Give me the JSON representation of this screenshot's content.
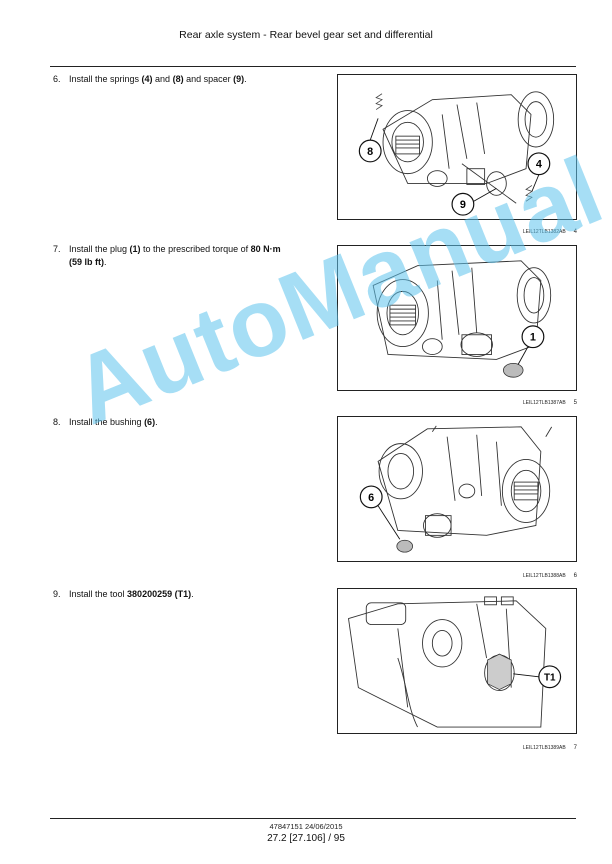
{
  "header": {
    "title": "Rear axle system - Rear bevel gear set and differential"
  },
  "steps": [
    {
      "num": "6.",
      "parts": [
        "Install the springs ",
        "(4)",
        " and ",
        "(8)",
        " and spacer ",
        "(9)",
        "."
      ],
      "figure": {
        "labels": [
          "8",
          "9",
          "4"
        ],
        "code": "LEIL12TLB1382AB",
        "number": "4"
      }
    },
    {
      "num": "7.",
      "parts": [
        "Install the plug ",
        "(1)",
        " to the prescribed torque of ",
        "80 N·m",
        " ",
        "(59 lb ft)",
        "."
      ],
      "figure": {
        "labels": [
          "1"
        ],
        "code": "LEIL12TLB1387AB",
        "number": "5"
      }
    },
    {
      "num": "8.",
      "parts": [
        "Install the bushing ",
        "(6)",
        "."
      ],
      "figure": {
        "labels": [
          "6"
        ],
        "code": "LEIL12TLB1388AB",
        "number": "6"
      }
    },
    {
      "num": "9.",
      "parts": [
        "Install the tool ",
        "380200259 (T1)",
        "."
      ],
      "figure": {
        "labels": [
          "T1"
        ],
        "code": "LEIL12TLB1389AB",
        "number": "7"
      }
    }
  ],
  "watermark": "AutoManual",
  "footer": {
    "doc_ref": "47847151 24/06/2015",
    "page": "27.2 [27.106] / 95"
  }
}
